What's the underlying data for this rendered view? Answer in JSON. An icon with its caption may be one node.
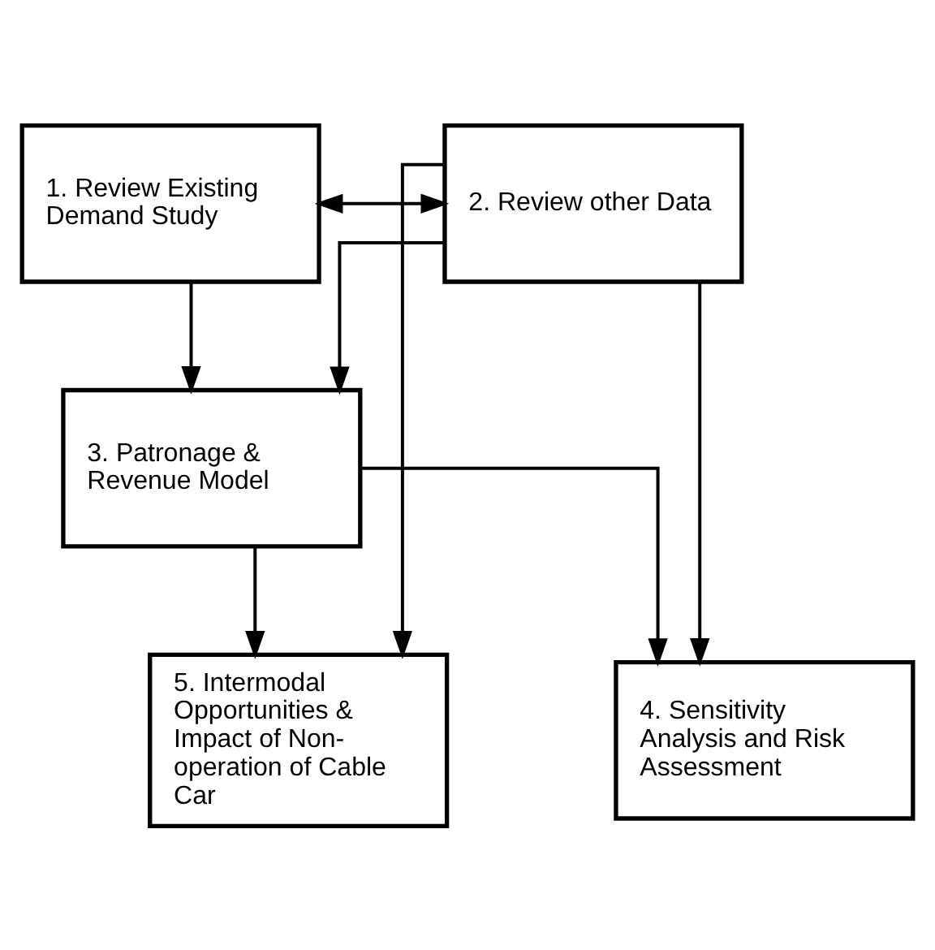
{
  "diagram": {
    "nodes": [
      {
        "text": [
          "1. Review Existing Demand Study"
        ]
      },
      {
        "text": [
          "2. Review other Data"
        ]
      },
      {
        "text": [
          "3. Patronage & Revenue Model"
        ]
      },
      {
        "text": [
          "4. Sensitivity Analysis and Risk Assessment"
        ]
      },
      {
        "text": [
          "5. Intermodal Opportunities & Impact of Non-operation of Cable Car"
        ]
      }
    ],
    "edges": [
      {
        "from": 0,
        "to": 1,
        "arrow": "both"
      },
      {
        "from": 0,
        "to": 2,
        "arrow": "to"
      },
      {
        "from": 1,
        "to": 2,
        "arrow": "to"
      },
      {
        "from": 1,
        "to": 3,
        "arrow": "to"
      },
      {
        "from": 1,
        "to": 4,
        "arrow": "to"
      },
      {
        "from": 2,
        "to": 3,
        "arrow": "to"
      },
      {
        "from": 2,
        "to": 4,
        "arrow": "to"
      }
    ]
  }
}
